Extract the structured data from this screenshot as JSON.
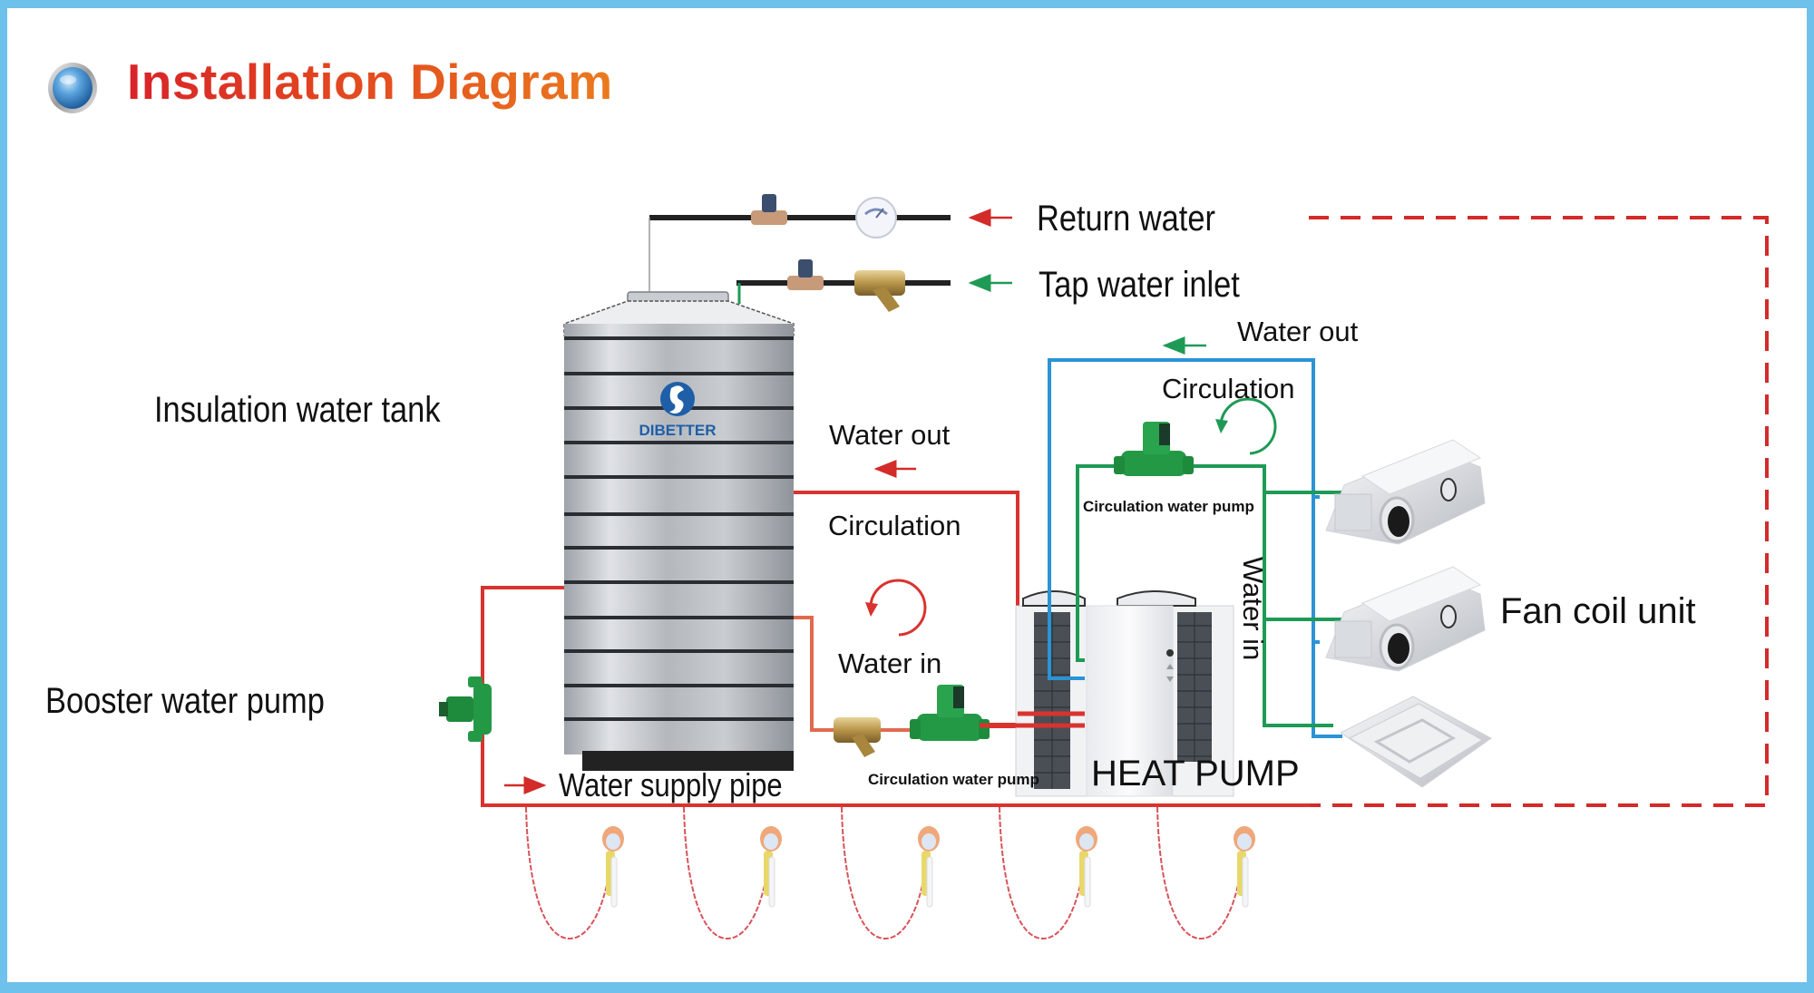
{
  "title": "Installation Diagram",
  "brand": "DIBETTER",
  "colors": {
    "frame": "#6ec1ea",
    "title_start": "#d8232a",
    "title_end": "#ea7a1e",
    "hot_pipe": "#d9332f",
    "supply_pipe": "#e06a4e",
    "cold_pipe": "#2b93d6",
    "loop_pipe": "#1f9a55",
    "return_dashed": "#d32a2a",
    "main_pipe": "#222222"
  },
  "labels": {
    "return_water": "Return water",
    "tap_water_inlet": "Tap water inlet",
    "insulation_water_tank": "Insulation water tank",
    "booster_water_pump": "Booster water pump",
    "water_supply_pipe": "Water supply pipe",
    "tank_water_out": "Water out",
    "tank_circulation": "Circulation",
    "tank_water_in": "Water in",
    "tank_circulation_pump": "Circulation water pump",
    "heat_pump": "HEAT PUMP",
    "fcu_water_out": "Water out",
    "fcu_circulation": "Circulation",
    "fcu_circulation_pump": "Circulation water pump",
    "fcu_water_in": "Water in",
    "fan_coil_unit": "Fan coil unit"
  },
  "components": {
    "water_tank": {
      "name": "Insulation water tank",
      "icon": "water-tank-icon"
    },
    "heat_pump": {
      "name": "HEAT PUMP",
      "icon": "heat-pump-icon"
    },
    "fan_coil_units": [
      {
        "type": "ducted fan coil",
        "icon": "fan-coil-icon"
      },
      {
        "type": "ducted fan coil",
        "icon": "fan-coil-icon"
      },
      {
        "type": "ceiling cassette",
        "icon": "cassette-unit-icon"
      }
    ],
    "showers": [
      {
        "icon": "shower-head-icon"
      },
      {
        "icon": "shower-head-icon"
      },
      {
        "icon": "shower-head-icon"
      },
      {
        "icon": "shower-head-icon"
      },
      {
        "icon": "shower-head-icon"
      }
    ],
    "valves": [
      {
        "icon": "gate-valve-icon",
        "line": "return"
      },
      {
        "icon": "pressure-gauge-icon",
        "line": "return"
      },
      {
        "icon": "gate-valve-icon",
        "line": "tap"
      },
      {
        "icon": "y-strainer-icon",
        "line": "tap"
      },
      {
        "icon": "y-strainer-icon",
        "line": "tank water in"
      }
    ],
    "pumps": [
      {
        "name": "Booster water pump",
        "icon": "pump-icon"
      },
      {
        "name": "Circulation water pump",
        "icon": "pump-icon",
        "loop": "tank"
      },
      {
        "name": "Circulation water pump",
        "icon": "pump-icon",
        "loop": "fan coil"
      }
    ]
  }
}
